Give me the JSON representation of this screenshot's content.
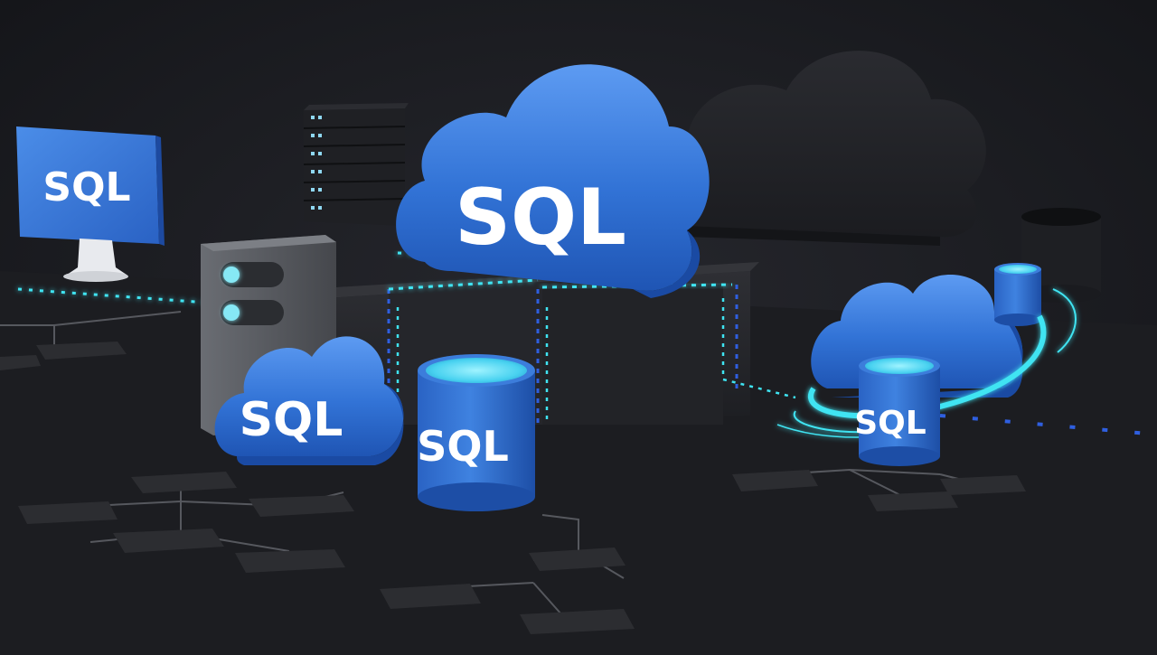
{
  "labels": {
    "monitor": "SQL",
    "main_cloud": "SQL",
    "small_cloud": "SQL",
    "database": "SQL",
    "managed_instance": "SQL"
  },
  "colors": {
    "background": "#16171b",
    "floor": "#1f2025",
    "azure_blue": "#2f6fd1",
    "azure_blue_light": "#5a9af0",
    "azure_blue_dark": "#1c4aa0",
    "cyan_glow": "#3fe4f2",
    "dark_cloud": "#24252a",
    "server_gray": "#5d6066",
    "tile_dark": "#2c2d31"
  },
  "icons": [
    "monitor-icon",
    "server-rack-icon",
    "server-tower-icon",
    "cloud-icon",
    "database-cylinder-icon",
    "orbit-ring-icon"
  ]
}
